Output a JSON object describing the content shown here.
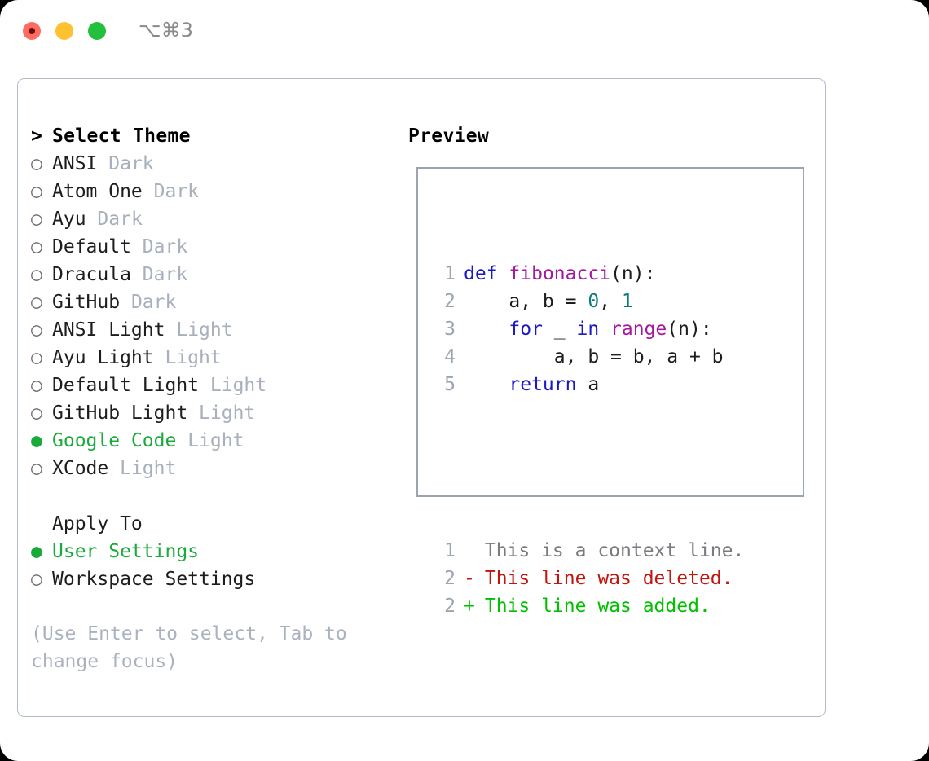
{
  "window": {
    "traffic_lights": [
      "close",
      "minimize",
      "maximize"
    ],
    "shortcut": "⌥⌘3"
  },
  "theme_list": {
    "header_marker": ">",
    "header": "Select Theme",
    "items": [
      {
        "marker": "○",
        "name": "ANSI",
        "variant": "Dark",
        "selected": false
      },
      {
        "marker": "○",
        "name": "Atom One",
        "variant": "Dark",
        "selected": false
      },
      {
        "marker": "○",
        "name": "Ayu",
        "variant": "Dark",
        "selected": false
      },
      {
        "marker": "○",
        "name": "Default",
        "variant": "Dark",
        "selected": false
      },
      {
        "marker": "○",
        "name": "Dracula",
        "variant": "Dark",
        "selected": false
      },
      {
        "marker": "○",
        "name": "GitHub",
        "variant": "Dark",
        "selected": false
      },
      {
        "marker": "○",
        "name": "ANSI Light",
        "variant": "Light",
        "selected": false
      },
      {
        "marker": "○",
        "name": "Ayu Light",
        "variant": "Light",
        "selected": false
      },
      {
        "marker": "○",
        "name": "Default Light",
        "variant": "Light",
        "selected": false
      },
      {
        "marker": "○",
        "name": "GitHub Light",
        "variant": "Light",
        "selected": false
      },
      {
        "marker": "●",
        "name": "Google Code",
        "variant": "Light",
        "selected": true
      },
      {
        "marker": "○",
        "name": "XCode",
        "variant": "Light",
        "selected": false
      }
    ]
  },
  "apply_to": {
    "header": "Apply To",
    "items": [
      {
        "marker": "●",
        "name": "User Settings",
        "selected": true
      },
      {
        "marker": "○",
        "name": "Workspace Settings",
        "selected": false
      }
    ]
  },
  "hint": "(Use Enter to select, Tab to change focus)",
  "preview": {
    "header": "Preview",
    "code_lines": [
      {
        "num": "1",
        "tokens": [
          {
            "t": "def",
            "c": "kw"
          },
          {
            "t": " ",
            "c": "plain"
          },
          {
            "t": "fibonacci",
            "c": "fn"
          },
          {
            "t": "(n):",
            "c": "plain"
          }
        ]
      },
      {
        "num": "2",
        "tokens": [
          {
            "t": "    a, b = ",
            "c": "plain"
          },
          {
            "t": "0",
            "c": "num"
          },
          {
            "t": ", ",
            "c": "plain"
          },
          {
            "t": "1",
            "c": "num"
          }
        ]
      },
      {
        "num": "3",
        "tokens": [
          {
            "t": "    ",
            "c": "plain"
          },
          {
            "t": "for",
            "c": "kw"
          },
          {
            "t": " _ ",
            "c": "plain"
          },
          {
            "t": "in",
            "c": "kw"
          },
          {
            "t": " ",
            "c": "plain"
          },
          {
            "t": "range",
            "c": "fn"
          },
          {
            "t": "(n):",
            "c": "plain"
          }
        ]
      },
      {
        "num": "4",
        "tokens": [
          {
            "t": "        a, b = b, a + b",
            "c": "plain"
          }
        ]
      },
      {
        "num": "5",
        "tokens": [
          {
            "t": "    ",
            "c": "plain"
          },
          {
            "t": "return",
            "c": "kw"
          },
          {
            "t": " a",
            "c": "plain"
          }
        ]
      }
    ],
    "diff_lines": [
      {
        "num": "1",
        "sign": " ",
        "text": " This is a context line.",
        "kind": "diff-ctx"
      },
      {
        "num": "2",
        "sign": "-",
        "text": " This line was deleted.",
        "kind": "diff-del"
      },
      {
        "num": "2",
        "sign": "+",
        "text": " This line was added.",
        "kind": "diff-add"
      }
    ]
  },
  "colors": {
    "selected_green": "#1aaa3b",
    "variant_gray": "#a8b0bd",
    "hint_gray": "#aab2c0",
    "keyword_blue": "#1a1ac0",
    "function_purple": "#a2199b",
    "number_teal": "#0b7c79",
    "diff_deleted_red": "#c0160f",
    "diff_added_green": "#00c000",
    "panel_border": "#b4bcca",
    "preview_border": "#9aa5b1"
  }
}
